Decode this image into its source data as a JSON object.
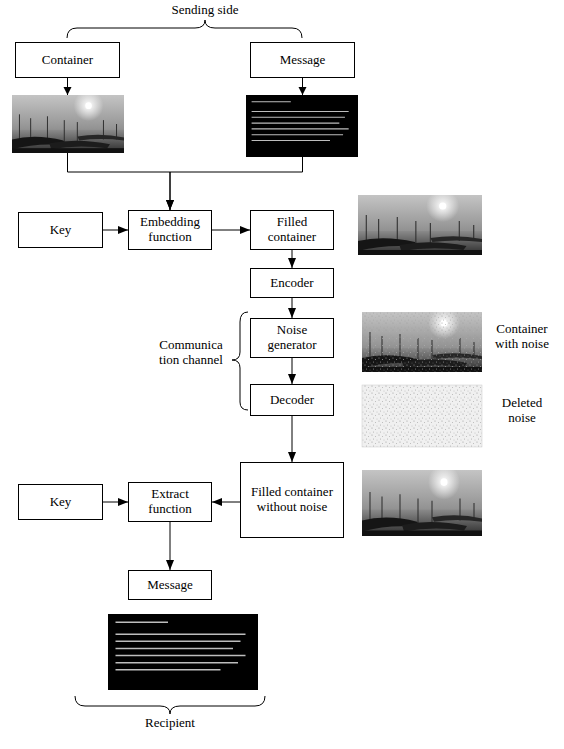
{
  "diagram": {
    "nodes": [
      {
        "text": [
          "Container"
        ]
      },
      {
        "text": [
          "Message"
        ]
      },
      {
        "text": [
          "Key"
        ]
      },
      {
        "text": [
          "Embedding function"
        ]
      },
      {
        "text": [
          "Filled container"
        ]
      },
      {
        "text": [
          "Encoder"
        ]
      },
      {
        "text": [
          "Noise generator"
        ]
      },
      {
        "text": [
          "Decoder"
        ]
      },
      {
        "text": [
          "Filled container without noise"
        ]
      },
      {
        "text": [
          "Key"
        ]
      },
      {
        "text": [
          "Extract function"
        ]
      },
      {
        "text": [
          "Message"
        ]
      }
    ],
    "edges": [
      {
        "from": 0,
        "to": 3,
        "arrow": "to"
      },
      {
        "from": 1,
        "to": 3,
        "arrow": "to"
      },
      {
        "from": 2,
        "to": 3,
        "arrow": "to"
      },
      {
        "from": 3,
        "to": 4,
        "arrow": "to"
      },
      {
        "from": 4,
        "to": 5,
        "arrow": "to"
      },
      {
        "from": 5,
        "to": 6,
        "arrow": "to"
      },
      {
        "from": 6,
        "to": 7,
        "arrow": "to"
      },
      {
        "from": 7,
        "to": 8,
        "arrow": "to"
      },
      {
        "from": 8,
        "to": 10,
        "arrow": "to"
      },
      {
        "from": 9,
        "to": 10,
        "arrow": "to"
      },
      {
        "from": 10,
        "to": 11,
        "arrow": "to"
      }
    ],
    "labels": [
      "Sending side",
      "Communica tion channel",
      "Container with noise",
      "Deleted noise",
      "Recipient"
    ]
  }
}
